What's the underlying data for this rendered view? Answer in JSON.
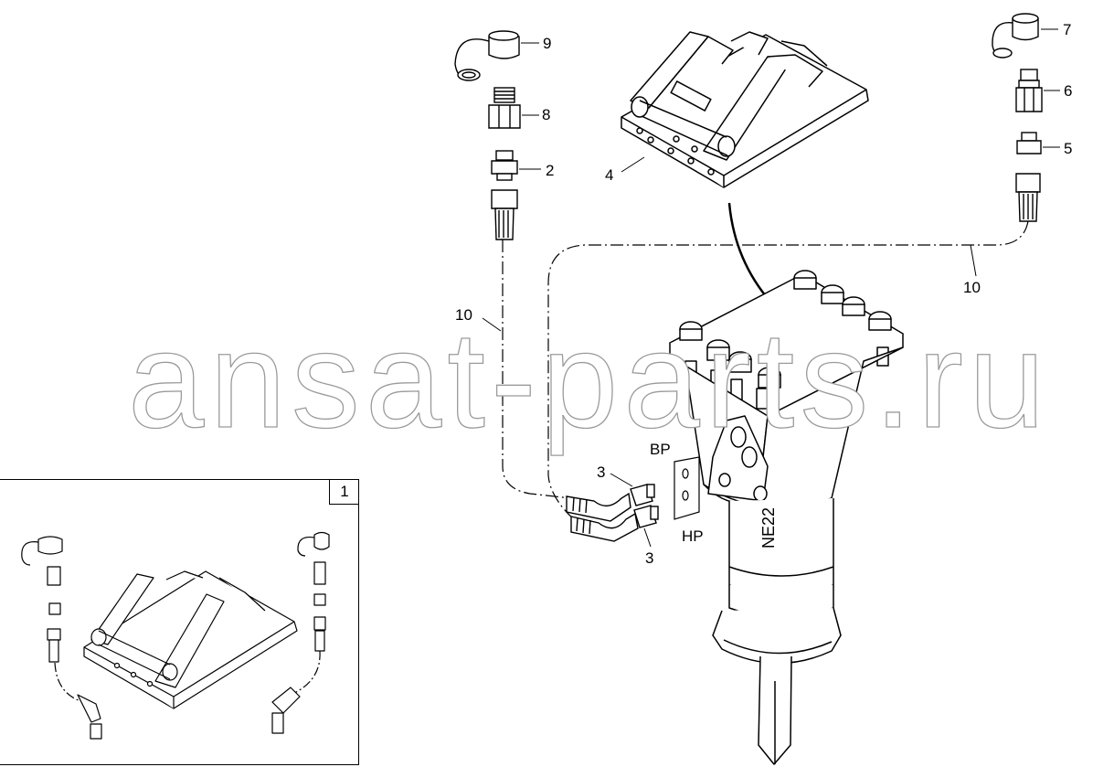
{
  "watermark": "ansat-parts.ru",
  "callouts": {
    "c1": "1",
    "c2": "2",
    "c3a": "3",
    "c3b": "3",
    "c4": "4",
    "c5": "5",
    "c6": "6",
    "c7": "7",
    "c8": "8",
    "c9": "9",
    "c10a": "10",
    "c10b": "10"
  },
  "ports": {
    "bp": "BP",
    "hp": "HP"
  },
  "model_marking": "NE22"
}
